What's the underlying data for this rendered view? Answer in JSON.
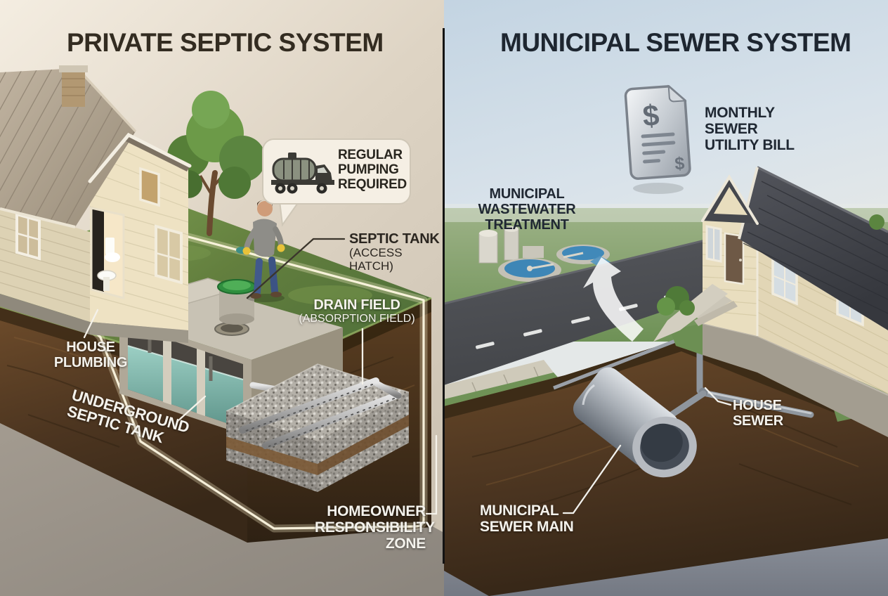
{
  "meta": {
    "kind": "septic-vs-sewer-infographic"
  },
  "left_panel": {
    "title": "PRIVATE SEPTIC SYSTEM",
    "callout": {
      "icon": "pump-truck-icon",
      "text": "REGULAR PUMPING REQUIRED"
    },
    "labels": {
      "septic_tank": "SEPTIC TANK",
      "septic_tank_sub": "(ACCESS HATCH)",
      "drain_field": "DRAIN FIELD",
      "drain_field_sub": "(ABSORPTION FIELD)",
      "house_plumbing": "HOUSE PLUMBING",
      "underground_septic_tank": "UNDERGROUND SEPTIC TANK",
      "homeowner_zone": "HOMEOWNER RESPONSIBILITY ZONE"
    }
  },
  "right_panel": {
    "title": "MUNICIPAL SEWER SYSTEM",
    "labels": {
      "monthly_bill": "MONTHLY SEWER UTILITY BILL",
      "wastewater_treatment": "MUNICIPAL WASTEWATER TREATMENT",
      "house_sewer": "HOUSE SEWER",
      "municipal_sewer_main": "MUNICIPAL SEWER MAIN"
    }
  },
  "icons": {
    "dollar": "$"
  },
  "colors": {
    "left_bg": "#e8dfd1",
    "right_sky": "#c9d9e5",
    "grass": "#6b8f49",
    "soil": "#5d4025",
    "concrete": "#b9b2a4",
    "tank_water": "#7fb5aa",
    "road": "#4b4d52",
    "zone_glow": "#f8eecb",
    "metal": "#b9bdc3",
    "treatment_water": "#3e86b6",
    "green_lid": "#3b9a47"
  }
}
